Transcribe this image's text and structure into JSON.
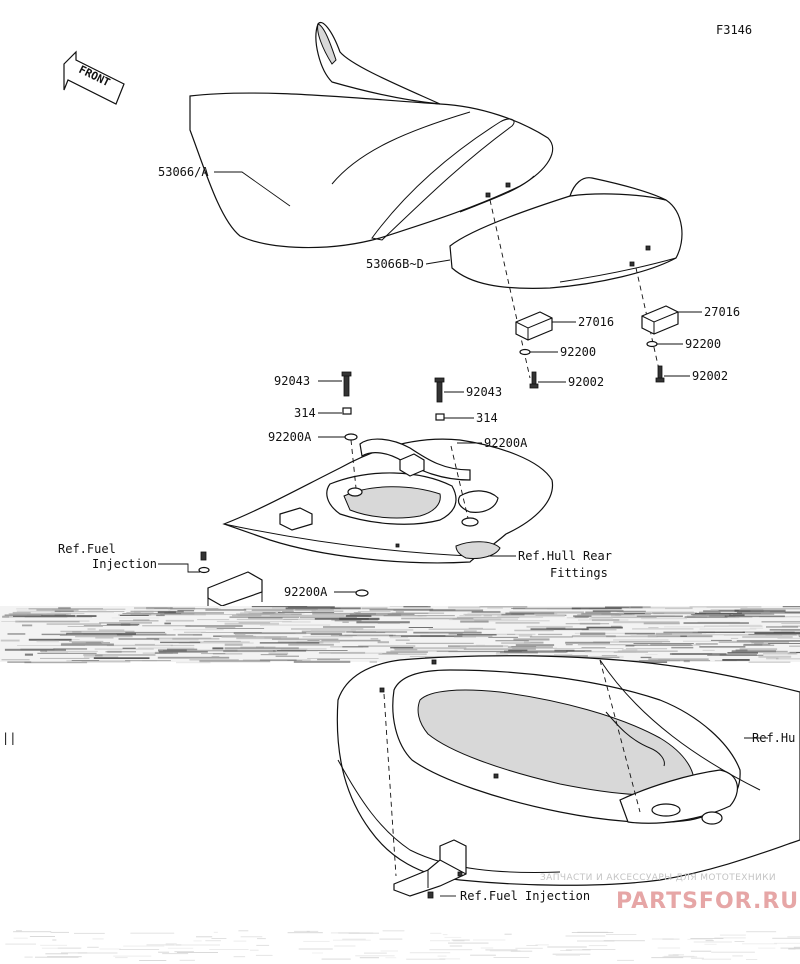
{
  "figure_id": "F3146",
  "front_indicator": "FRONT",
  "callouts": {
    "seat_front": "53066/A",
    "seat_rear": "53066B~D",
    "rubber_left": "27016",
    "rubber_right": "27016",
    "washer_left": "92200",
    "washer_right": "92200",
    "bolt_left": "92002",
    "bolt_right": "92002",
    "stud_left": "92043",
    "stud_right": "92043",
    "nut_left": "314",
    "nut_right": "314",
    "washer_a_left": "92200A",
    "washer_a_right": "92200A",
    "washer_a_lower": "92200A",
    "hull_rear_1": "Ref.Hull Rear",
    "hull_rear_2": "Fittings",
    "fuel_top_1": "Ref.Fuel",
    "fuel_top_2": "Injection",
    "hull": "Ref.Hu",
    "fuel_bottom": "Ref.Fuel Injection",
    "partial_left": "|| "
  },
  "watermark": {
    "tagline": "ЗАПЧАСТИ И АКСЕССУАРЫ ДЛЯ МОТОТЕХНИКИ",
    "brand": "PARTSFOR.RU"
  }
}
